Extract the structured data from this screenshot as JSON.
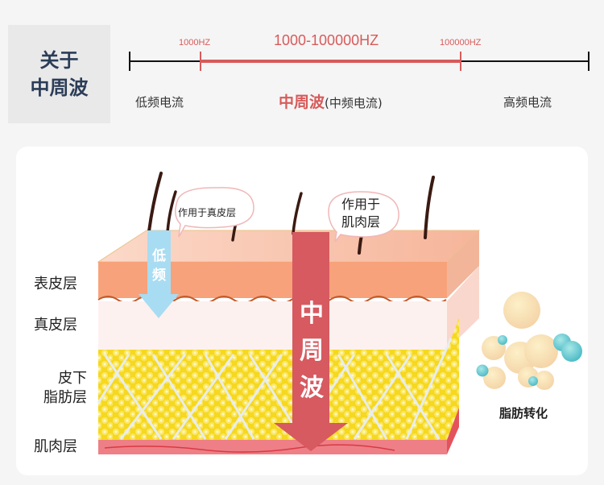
{
  "title": {
    "line1": "关于",
    "line2": "中周波"
  },
  "scale": {
    "left_freq": "1000HZ",
    "range": "1000-100000HZ",
    "right_freq": "100000HZ",
    "categories": {
      "low": "低频电流",
      "mid_main": "中周波",
      "mid_sub": "(中频电流)",
      "high": "高频电流"
    },
    "colors": {
      "accent": "#d85a5a",
      "line": "#111111"
    }
  },
  "diagram": {
    "layers": {
      "epidermis": "表皮层",
      "dermis": "真皮层",
      "subcutaneous_line1": "皮下",
      "subcutaneous_line2": "脂肪层",
      "muscle": "肌肉层"
    },
    "bubbles": {
      "dermis_target": "作用于真皮层",
      "muscle_target_line1": "作用于",
      "muscle_target_line2": "肌肉层"
    },
    "arrows": {
      "low": {
        "line1": "低",
        "line2": "频",
        "color": "#a8dcf2"
      },
      "mid": {
        "line1": "中",
        "line2": "周",
        "line3": "波",
        "color": "#d65a60"
      }
    },
    "fat_conversion_label": "脂肪转化"
  }
}
